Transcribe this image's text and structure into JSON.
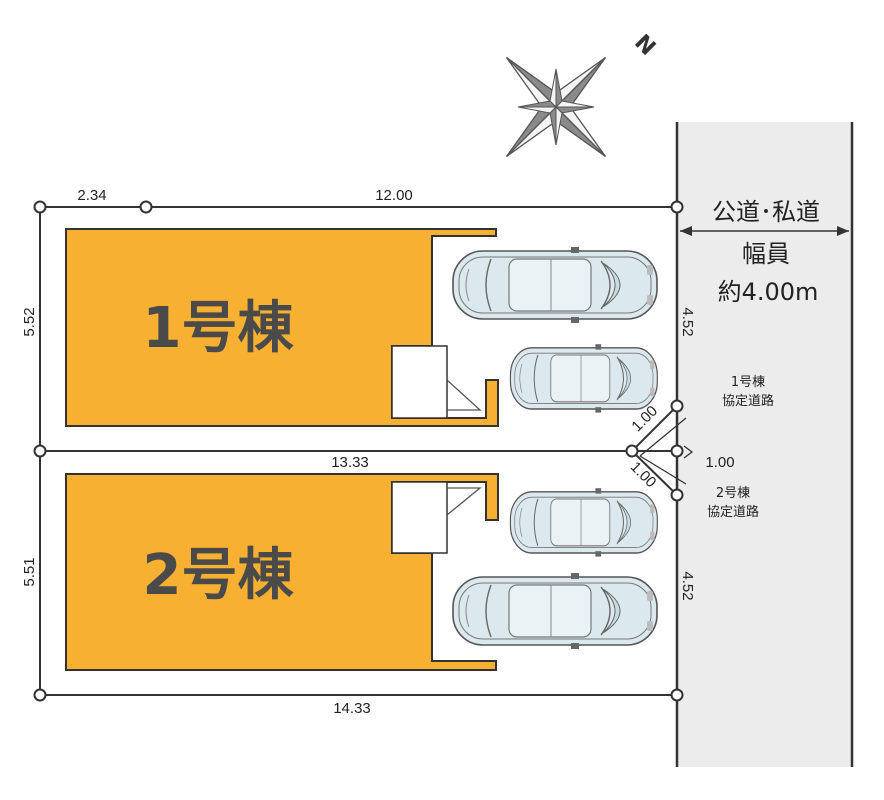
{
  "compass": {
    "label": "N",
    "icon": "compass-rose-icon"
  },
  "road": {
    "type": "公道･私道",
    "width_label": "幅員",
    "width_value": "約4.00m",
    "color": "#ececec"
  },
  "buildings": [
    {
      "label": "1号棟",
      "color": "#f7b032"
    },
    {
      "label": "2号棟",
      "color": "#f7b032"
    }
  ],
  "dimensions": {
    "top_left": "2.34",
    "top_right": "12.00",
    "left_upper": "5.52",
    "left_lower": "5.51",
    "middle": "13.33",
    "bottom": "14.33",
    "right_upper": "4.52",
    "right_lower": "4.52",
    "corner_a": "1.00",
    "corner_b": "1.00",
    "corner_c": "1.00"
  },
  "agreement_roads": [
    {
      "name": "1号棟",
      "desc": "協定道路"
    },
    {
      "name": "2号棟",
      "desc": "協定道路"
    }
  ],
  "cars": [
    {
      "icon": "car-icon"
    },
    {
      "icon": "car-icon"
    },
    {
      "icon": "car-icon"
    },
    {
      "icon": "car-icon"
    }
  ]
}
